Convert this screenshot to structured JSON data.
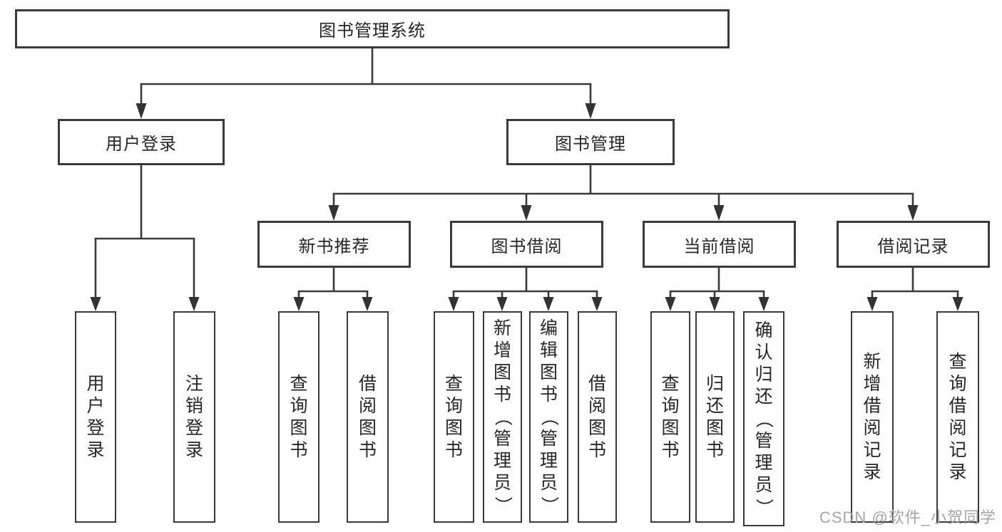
{
  "tree": {
    "root": {
      "label": "图书管理系统"
    },
    "branches": [
      {
        "label": "用户登录",
        "leaves": [
          {
            "label": "用户登录"
          },
          {
            "label": "注销登录"
          }
        ]
      },
      {
        "label": "图书管理",
        "groups": [
          {
            "label": "新书推荐",
            "leaves": [
              {
                "label": "查询图书"
              },
              {
                "label": "借阅图书"
              }
            ]
          },
          {
            "label": "图书借阅",
            "leaves": [
              {
                "label": "查询图书"
              },
              {
                "label": "新增图书（管理员）"
              },
              {
                "label": "编辑图书（管理员）"
              },
              {
                "label": "借阅图书"
              }
            ]
          },
          {
            "label": "当前借阅",
            "leaves": [
              {
                "label": "查询图书"
              },
              {
                "label": "归还图书"
              },
              {
                "label": "确认归还（管理员）"
              }
            ]
          },
          {
            "label": "借阅记录",
            "leaves": [
              {
                "label": "新增借阅记录"
              },
              {
                "label": "查询借阅记录"
              }
            ]
          }
        ]
      }
    ]
  },
  "watermark": {
    "text": "CSDN @软件_小贺同学"
  },
  "colors": {
    "line": "#3a3a3a",
    "text": "#262626",
    "background": "#ffffff",
    "watermark": "#a6a6a6"
  }
}
